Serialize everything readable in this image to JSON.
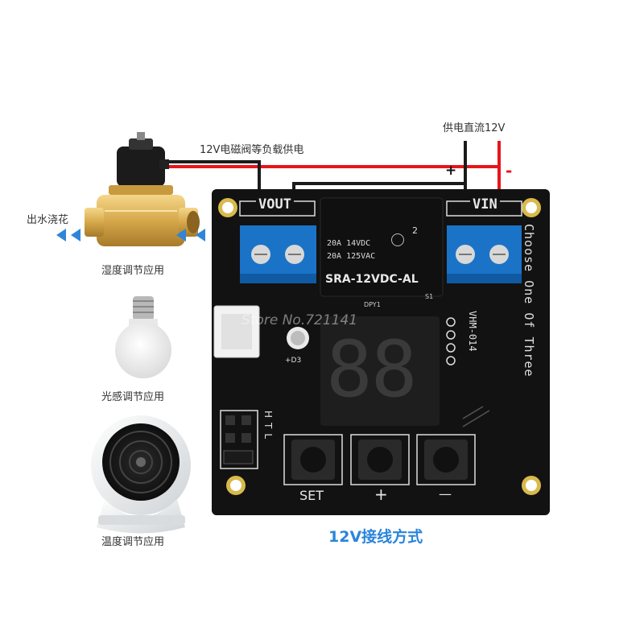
{
  "labels": {
    "load_supply": "12V电磁阀等负载供电",
    "dc_supply": "供电直流12V",
    "plus": "+",
    "minus": "-",
    "water_out": "出水浇花",
    "humidity_app": "湿度调节应用",
    "light_app": "光感调节应用",
    "temp_app": "温度调节应用",
    "wiring_title": "12V接线方式"
  },
  "board": {
    "vout": "VOUT",
    "vin": "VIN",
    "relay_line1": "20A 14VDC",
    "relay_line2": "20A 125VAC",
    "relay_model": "SRA-12VDC-AL",
    "relay_mark": "2",
    "dpy": "DPY1",
    "s1": "S1",
    "model": "VHM-014",
    "choose": "Choose One Of Three",
    "led_label": "+D3",
    "display": "88",
    "jumper_h": "H",
    "jumper_t": "T",
    "jumper_l": "L",
    "btn_set": "SET",
    "btn_plus": "+",
    "btn_minus": "—",
    "watermark": "Store No.721141"
  },
  "colors": {
    "board": "#121212",
    "terminal": "#1a73c7",
    "wire_red": "#e5161b",
    "wire_black": "#1b1b1b",
    "title_blue": "#2a85d9",
    "arrow_blue": "#2f86d8"
  }
}
